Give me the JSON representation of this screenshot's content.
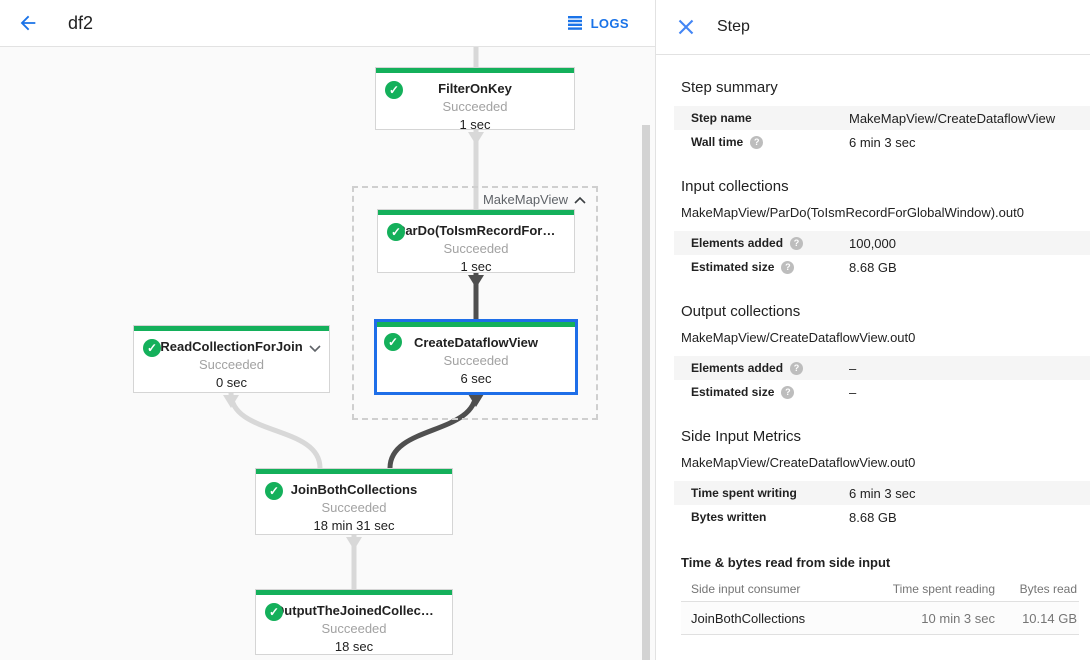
{
  "header": {
    "title": "df2",
    "logs_label": "LOGS"
  },
  "panel_title": "Step",
  "icons": {
    "check": "✓",
    "help": "?"
  },
  "colors": {
    "blue": "#1a73e8",
    "xblue": "#4285f4",
    "green": "#14b05b",
    "select": "#1e6ee8",
    "edge-light": "#d8d8d8",
    "edge-dark": "#4f4f4f",
    "border": "#e2e2e2",
    "node-border": "#d5d5d5",
    "row-gray": "#f5f5f5",
    "text": "#212121",
    "muted": "#a2a2a2",
    "gray-text": "#757575",
    "graph-bg": "#fafafa"
  },
  "graph": {
    "group_label": "MakeMapView",
    "nodes": [
      {
        "name": "FilterOnKey",
        "status": "Succeeded",
        "time": "1 sec"
      },
      {
        "name": "ParDo(ToIsmRecordFor…",
        "status": "Succeeded",
        "time": "1 sec"
      },
      {
        "name": "CreateDataflowView",
        "status": "Succeeded",
        "time": "6 sec",
        "selected": true
      },
      {
        "name": "ReadCollectionForJoin",
        "status": "Succeeded",
        "time": "0 sec"
      },
      {
        "name": "JoinBothCollections",
        "status": "Succeeded",
        "time": "18 min 31 sec"
      },
      {
        "name": "OutputTheJoinedCollec…",
        "status": "Succeeded",
        "time": "18 sec"
      }
    ]
  },
  "panel": {
    "step_summary": {
      "heading": "Step summary",
      "rows": [
        {
          "label": "Step name",
          "value": "MakeMapView/CreateDataflowView"
        },
        {
          "label": "Wall time",
          "value": "6 min 3 sec"
        }
      ]
    },
    "input_collections": {
      "heading": "Input collections",
      "collection": "MakeMapView/ParDo(ToIsmRecordForGlobalWindow).out0",
      "rows": [
        {
          "label": "Elements added",
          "value": "100,000"
        },
        {
          "label": "Estimated size",
          "value": "8.68 GB"
        }
      ]
    },
    "output_collections": {
      "heading": "Output collections",
      "collection": "MakeMapView/CreateDataflowView.out0",
      "rows": [
        {
          "label": "Elements added",
          "value": "–"
        },
        {
          "label": "Estimated size",
          "value": "–"
        }
      ]
    },
    "side_input_metrics": {
      "heading": "Side Input Metrics",
      "collection": "MakeMapView/CreateDataflowView.out0",
      "rows": [
        {
          "label": "Time spent writing",
          "value": "6 min 3 sec"
        },
        {
          "label": "Bytes written",
          "value": "8.68 GB"
        }
      ]
    },
    "side_input_table": {
      "heading": "Time & bytes read from side input",
      "columns": [
        "Side input consumer",
        "Time spent reading",
        "Bytes read"
      ],
      "rows": [
        [
          "JoinBothCollections",
          "10 min 3 sec",
          "10.14 GB"
        ]
      ]
    }
  }
}
